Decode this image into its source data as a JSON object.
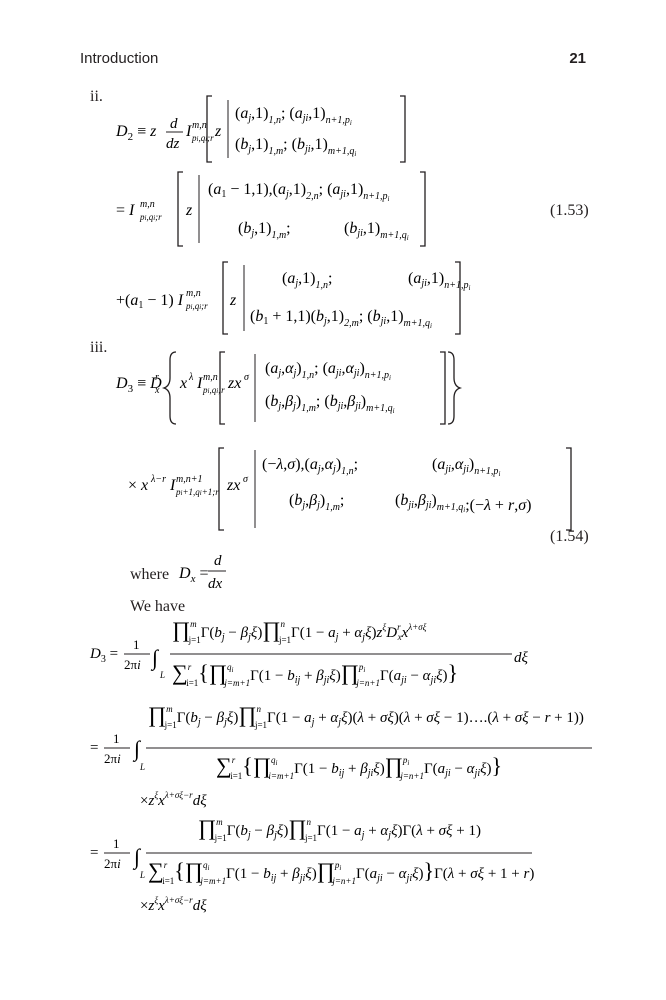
{
  "header": {
    "chapter": "Introduction",
    "page_number": "21"
  },
  "items": {
    "ii": "ii.",
    "iii": "iii."
  },
  "equation_numbers": {
    "eq153": "(1.53)",
    "eq154": "(1.54)"
  },
  "text": {
    "where": "where",
    "we_have": "We have"
  }
}
